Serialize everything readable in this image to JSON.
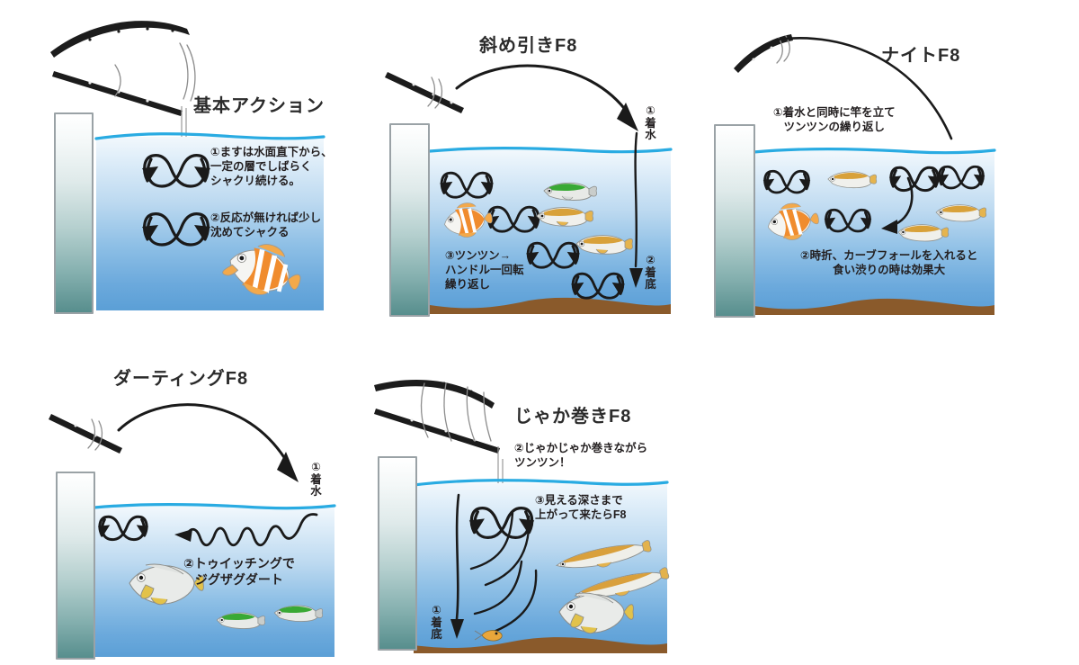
{
  "document": {
    "kind": "fishing-technique-illustration",
    "panel_count": 5
  },
  "colors": {
    "water_top": "#e9f3fb",
    "water_bottom": "#5b9fd6",
    "surface_line": "#29abe2",
    "sand": "#8a5a2b",
    "pillar_top": "#ffffff",
    "pillar_bottom": "#578e8d",
    "ink": "#1a1a1a"
  },
  "panels": [
    {
      "id": "basic-action",
      "title": "基本アクション",
      "notes": [
        "①ますは水面直下から、\n一定の層でしばらく\nシャクリ続ける。",
        "②反応が無ければ少し\n沈めてシャクる"
      ],
      "vertical_labels": [],
      "has_sand": false,
      "fish": [
        "orange-rockfish"
      ],
      "rod_style": "double-vertical-jerk"
    },
    {
      "id": "diagonal-retrieve-f8",
      "title": "斜め引きF8",
      "notes": [
        "③ツンツン→\nハンドル一回転\n繰り返し"
      ],
      "vertical_labels": [
        "①着水",
        "②着底"
      ],
      "has_sand": true,
      "fish": [
        "green-mackerel",
        "yellow-horse-mackerel",
        "yellow-horse-mackerel",
        "orange-rockfish"
      ],
      "rod_style": "cast"
    },
    {
      "id": "night-f8",
      "title": "ナイトF8",
      "notes": [
        "①着水と同時に竿を立て\nツンツンの繰り返し",
        "②時折、カーブフォールを入れると\n食い渋りの時は効果大"
      ],
      "vertical_labels": [],
      "has_sand": true,
      "fish": [
        "yellow-horse-mackerel",
        "yellow-horse-mackerel",
        "yellow-horse-mackerel",
        "orange-rockfish"
      ],
      "rod_style": "cast-high-arc"
    },
    {
      "id": "darting-f8",
      "title": "ダーティングF8",
      "notes": [
        "②トゥイッチングで\nジグザグダート"
      ],
      "vertical_labels": [
        "①着水"
      ],
      "has_sand": false,
      "fish": [
        "silver-trevally",
        "green-mackerel",
        "green-mackerel"
      ],
      "rod_style": "cast"
    },
    {
      "id": "jaka-maki-f8",
      "title": "じゃか巻きF8",
      "notes": [
        "②じゃかじゃか巻きながら\nツンツン！",
        "③見える深さまで\n上がって来たらF8"
      ],
      "vertical_labels": [
        "①着底"
      ],
      "has_sand": true,
      "fish": [
        "sand-lance",
        "sand-lance",
        "silver-trevally"
      ],
      "rod_style": "double-vertical-jerk"
    }
  ]
}
